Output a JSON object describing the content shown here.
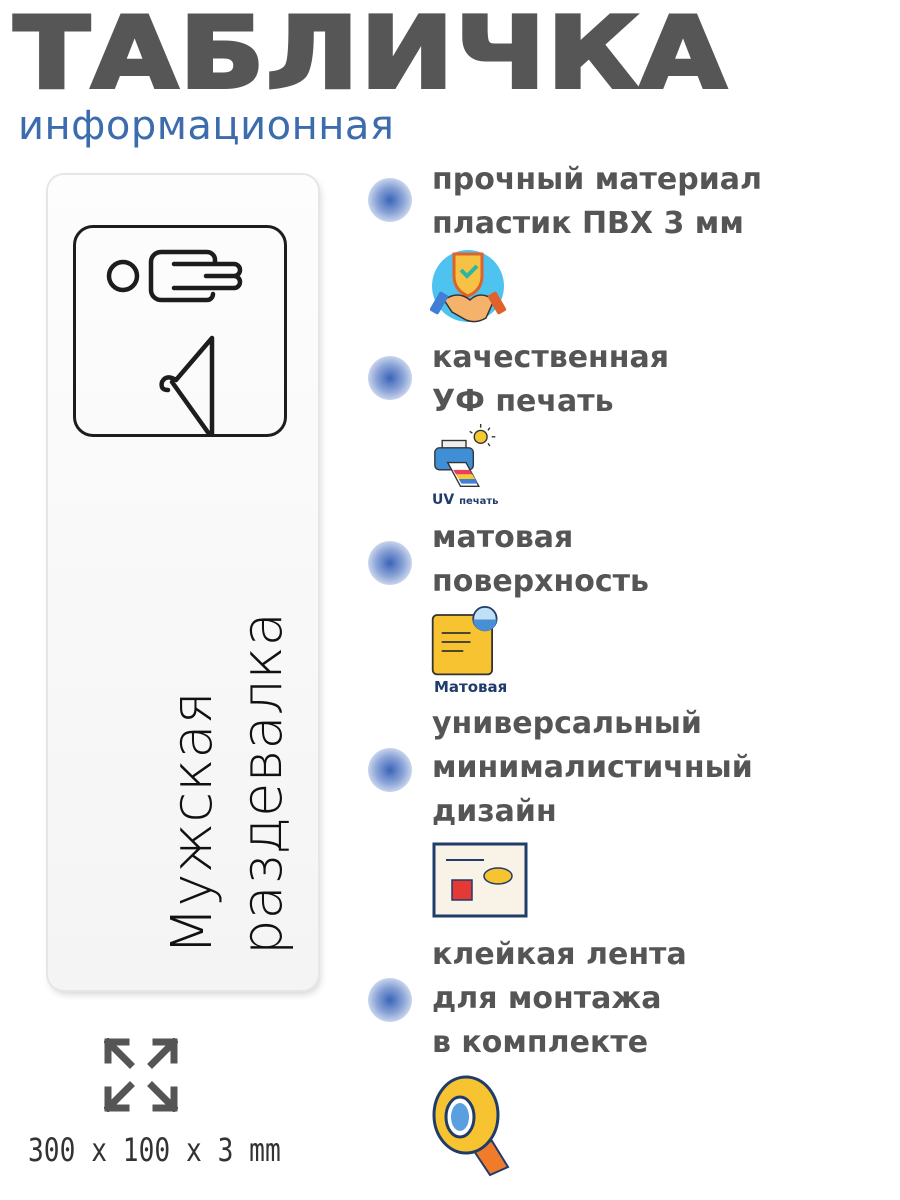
{
  "header": {
    "title": "ТАБЛИЧКА",
    "subtitle": "информационная"
  },
  "sign": {
    "line1": "Мужская",
    "line2": "раздевалка",
    "pictogram": "wardrobe-hanger-icon"
  },
  "dimensions": "300 x 100 x 3 mm",
  "features": [
    {
      "lines": [
        "прочный материал",
        "пластик ПВХ 3 мм"
      ],
      "icon": "shield-handshake-icon"
    },
    {
      "lines": [
        "качественная",
        "УФ печать"
      ],
      "icon": "uv-printer-icon",
      "caption_bold": "UV",
      "caption": "печать"
    },
    {
      "lines": [
        "матовая",
        "поверхность"
      ],
      "icon": "matte-board-icon",
      "caption": "Матовая"
    },
    {
      "lines": [
        "универсальный",
        "минималистичный",
        "дизайн"
      ],
      "icon": "design-card-icon"
    },
    {
      "lines": [
        "клейкая лента",
        "для монтажа",
        "в комплекте"
      ],
      "icon": "tape-roll-icon"
    }
  ],
  "colors": {
    "title": "#565656",
    "subtitle": "#3d6cae",
    "feature_text": "#555555"
  }
}
